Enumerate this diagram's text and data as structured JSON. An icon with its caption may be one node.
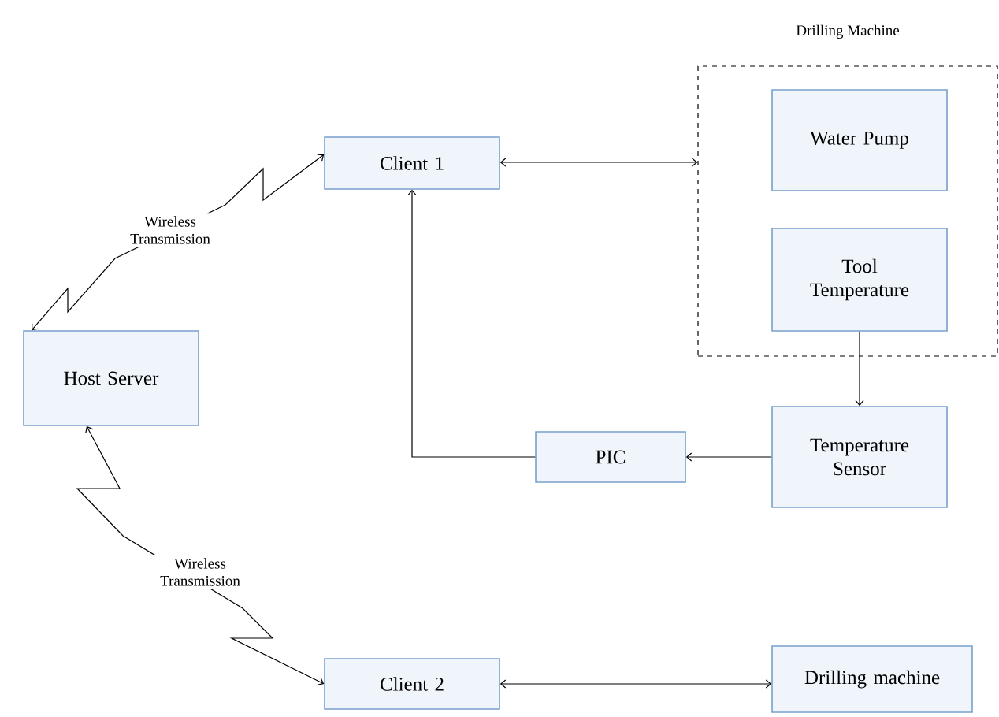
{
  "diagram": {
    "nodes": [
      {
        "text": [
          "Host Server"
        ]
      },
      {
        "text": [
          "Client 1"
        ]
      },
      {
        "text": [
          "Drilling Machine"
        ]
      },
      {
        "text": [
          "Water Pump"
        ],
        "in": 2
      },
      {
        "text": [
          "Tool Temperature"
        ],
        "in": 2
      },
      {
        "text": [
          "Temperature Sensor"
        ]
      },
      {
        "text": [
          "PIC"
        ]
      },
      {
        "text": [
          "Client 2"
        ]
      },
      {
        "text": [
          "Drilling machine"
        ]
      }
    ],
    "edges": [
      {
        "from": 0,
        "to": 1,
        "arrow": "both",
        "label": "Wireless Transmission"
      },
      {
        "from": 0,
        "to": 7,
        "arrow": "both",
        "label": "Wireless Transmission"
      },
      {
        "from": 1,
        "to": 2,
        "arrow": "both"
      },
      {
        "from": 4,
        "to": 5,
        "arrow": "to"
      },
      {
        "from": 5,
        "to": 6,
        "arrow": "to"
      },
      {
        "from": 6,
        "to": 1,
        "arrow": "to"
      },
      {
        "from": 7,
        "to": 8,
        "arrow": "both"
      }
    ]
  }
}
